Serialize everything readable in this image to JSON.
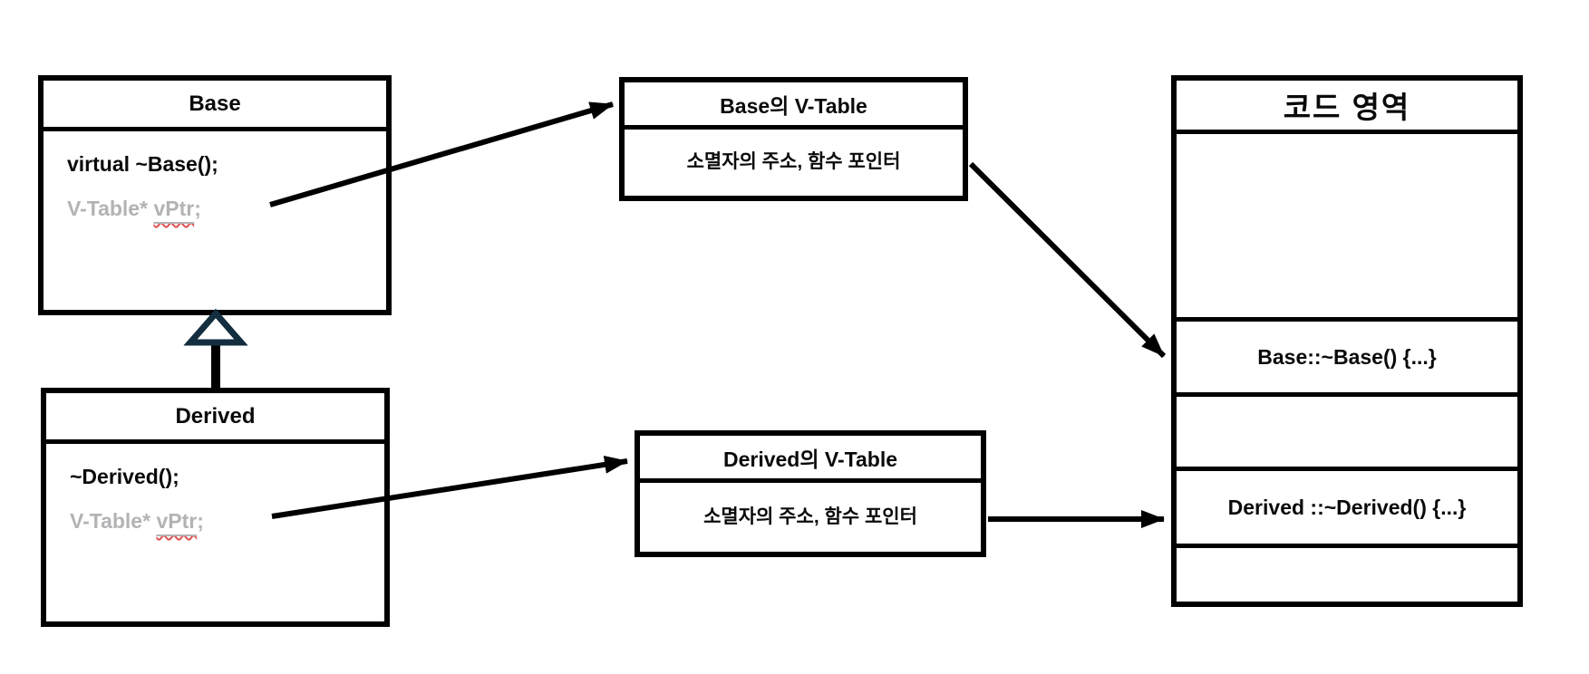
{
  "base_class": {
    "title": "Base",
    "member1": "virtual ~Base();",
    "member2_prefix": "V-Table* ",
    "member2_vptr": "vPtr",
    "member2_suffix": ";"
  },
  "derived_class": {
    "title": "Derived",
    "member1": "~Derived();",
    "member2_prefix": "V-Table* ",
    "member2_vptr": "vPtr",
    "member2_suffix": ";"
  },
  "base_vtable": {
    "title": "Base의 V-Table",
    "entry": "소멸자의 주소, 함수 포인터"
  },
  "derived_vtable": {
    "title": "Derived의 V-Table",
    "entry": "소멸자의 주소, 함수 포인터"
  },
  "code_area": {
    "title": "코드 영역",
    "rows": [
      "",
      "Base::~Base() {...}",
      "",
      "Derived ::~Derived() {...}",
      ""
    ]
  },
  "colors": {
    "line": "#000000",
    "muted_text": "#b3b3b6",
    "spellcheck_squiggle": "#e05252",
    "inheritance_triangle": "#132e3e"
  }
}
